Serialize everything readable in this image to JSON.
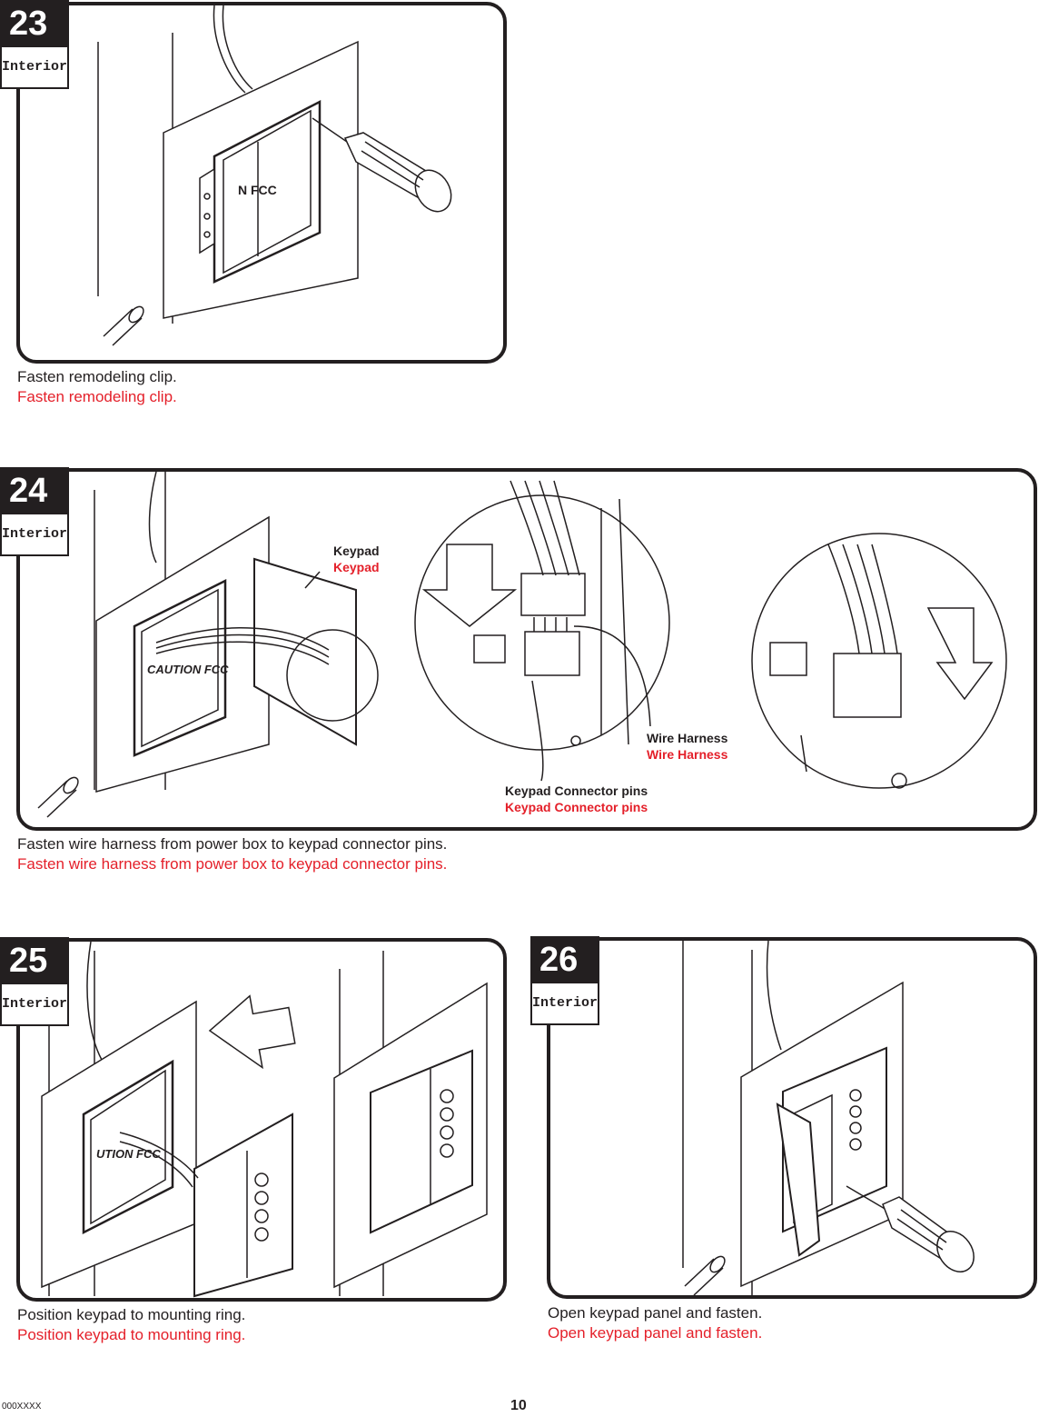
{
  "steps": [
    {
      "number": "23",
      "label": "Interior",
      "caption_en": "Fasten remodeling clip.",
      "caption_tr": "Fasten remodeling clip."
    },
    {
      "number": "24",
      "label": "Interior",
      "caption_en": "Fasten wire harness from power box to keypad connector pins.",
      "caption_tr": "Fasten wire harness from power box to keypad connector pins.",
      "callouts": {
        "keypad_en": "Keypad",
        "keypad_tr": "Keypad",
        "harness_en": "Wire Harness",
        "harness_tr": "Wire Harness",
        "pins_en": "Keypad Connector pins",
        "pins_tr": "Keypad Connector pins"
      },
      "box_text": "CAUTION FCC"
    },
    {
      "number": "25",
      "label": "Interior",
      "caption_en": "Position keypad to mounting ring.",
      "caption_tr": "Position keypad to mounting ring.",
      "box_text": "UTION FCC"
    },
    {
      "number": "26",
      "label": "Interior",
      "caption_en": "Open keypad panel and fasten.",
      "caption_tr": "Open keypad panel and fasten."
    }
  ],
  "step23_box_text": "N FCC",
  "footer": {
    "code": "000XXXX",
    "page": "10"
  },
  "colors": {
    "ink": "#231f20",
    "translation_red": "#e4202a",
    "background": "#ffffff"
  }
}
